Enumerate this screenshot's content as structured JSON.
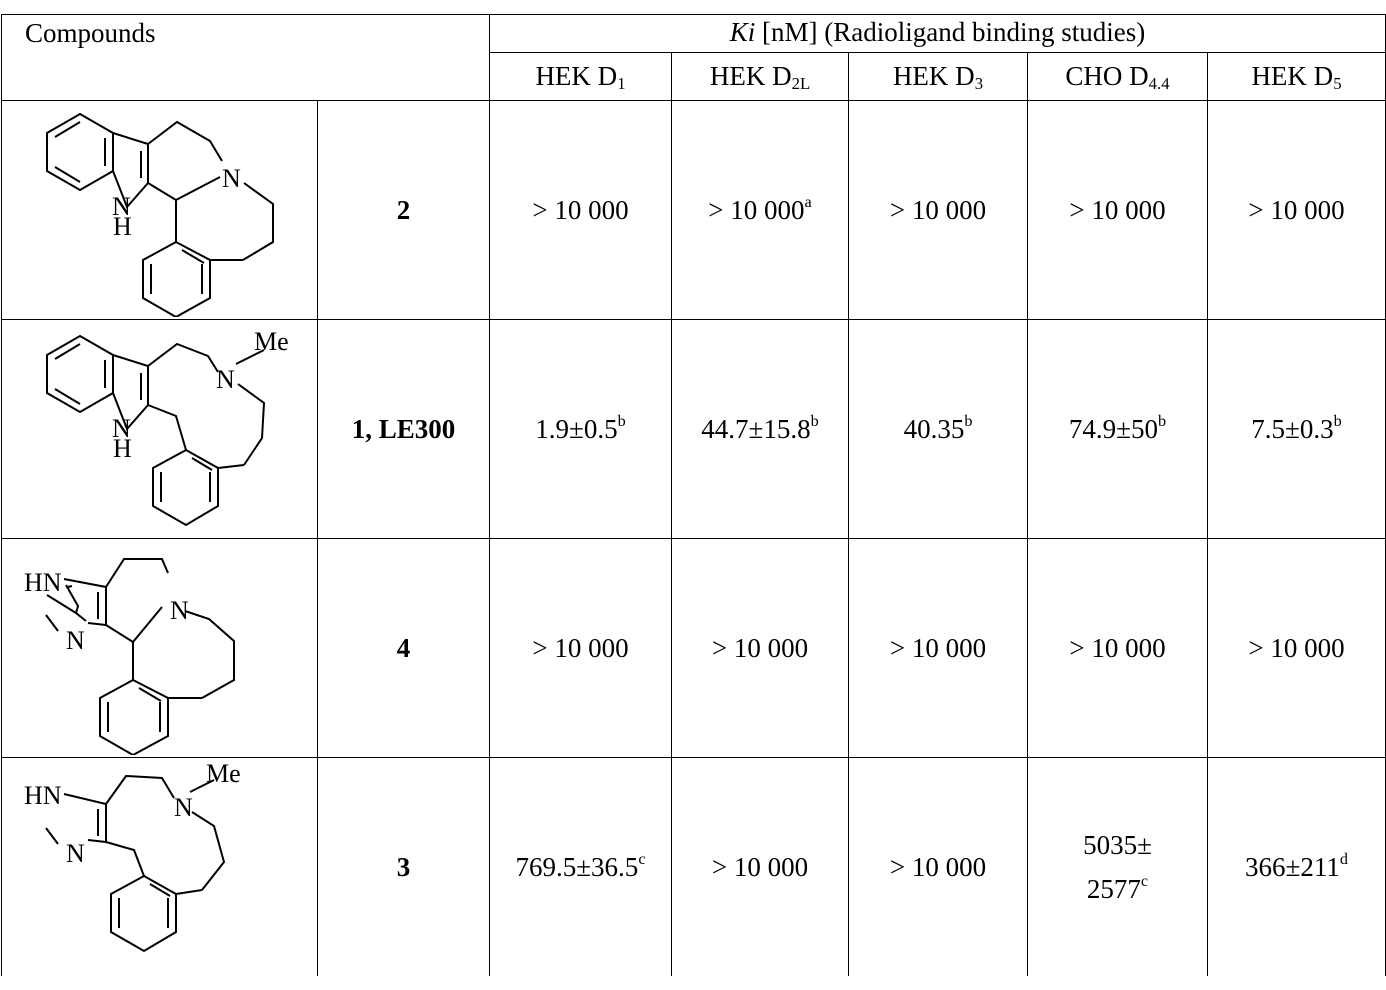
{
  "header": {
    "compounds_label": "Compounds",
    "ki_italic": "Ki",
    "ki_rest": " [nM] (Radioligand binding studies)",
    "columns": [
      {
        "main": "HEK D",
        "sub": "1"
      },
      {
        "main": "HEK D",
        "sub": "2L"
      },
      {
        "main": "HEK D",
        "sub": "3"
      },
      {
        "main": "CHO D",
        "sub": "4.4"
      },
      {
        "main": "HEK D",
        "sub": "5"
      }
    ]
  },
  "atoms": {
    "n": "N",
    "nh_n": "N",
    "nh_h": "H",
    "me": "Me",
    "hn": "HN"
  },
  "rows": [
    {
      "label": "2",
      "structure_icon": "indole-fused-quinolizine-structure",
      "values": [
        {
          "v": "> 10 000",
          "s": ""
        },
        {
          "v": "> 10 000",
          "s": "a"
        },
        {
          "v": "> 10 000",
          "s": ""
        },
        {
          "v": "> 10 000",
          "s": ""
        },
        {
          "v": "> 10 000",
          "s": ""
        }
      ]
    },
    {
      "label": "1, LE300",
      "structure_icon": "indole-azecine-structure",
      "values": [
        {
          "v": "1.9±0.5",
          "s": "b"
        },
        {
          "v": "44.7±15.8",
          "s": "b"
        },
        {
          "v": "40.35",
          "s": "b"
        },
        {
          "v": "74.9±50",
          "s": "b"
        },
        {
          "v": "7.5±0.3",
          "s": "b"
        }
      ]
    },
    {
      "label": "4",
      "structure_icon": "imidazole-fused-quinolizine-structure",
      "values": [
        {
          "v": "> 10 000",
          "s": ""
        },
        {
          "v": "> 10 000",
          "s": ""
        },
        {
          "v": "> 10 000",
          "s": ""
        },
        {
          "v": "> 10 000",
          "s": ""
        },
        {
          "v": "> 10 000",
          "s": ""
        }
      ]
    },
    {
      "label": "3",
      "structure_icon": "imidazole-azecine-structure",
      "values": [
        {
          "v": "769.5±36.5",
          "s": "c"
        },
        {
          "v": "> 10 000",
          "s": ""
        },
        {
          "v": "> 10 000",
          "s": ""
        },
        {
          "v": "5035±",
          "v2": "2577",
          "s": "c"
        },
        {
          "v": "366±211",
          "s": "d"
        }
      ]
    }
  ]
}
